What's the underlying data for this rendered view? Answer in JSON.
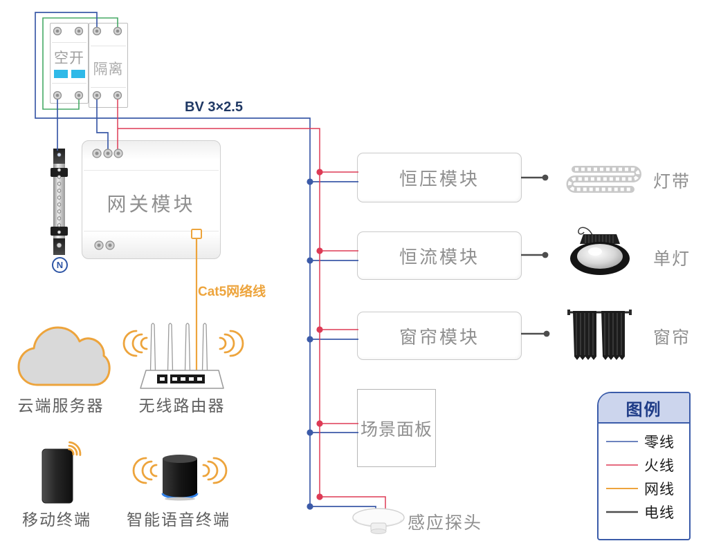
{
  "labels": {
    "breaker_air_switch": "空开",
    "breaker_isolator": "隔离",
    "power_cable": "BV 3×2.5",
    "gateway_module": "网关模块",
    "network_cable": "Cat5网络线",
    "cloud_server": "云端服务器",
    "wireless_router": "无线路由器",
    "mobile_terminal": "移动终端",
    "smart_voice_terminal": "智能语音终端",
    "sensor_probe": "感应探头",
    "neutral_bus_symbol": "N"
  },
  "modules": [
    {
      "label": "恒压模块",
      "device": "灯带"
    },
    {
      "label": "恒流模块",
      "device": "单灯"
    },
    {
      "label": "窗帘模块",
      "device": "窗帘"
    },
    {
      "label": "场景面板",
      "device": ""
    }
  ],
  "legend": {
    "title": "图例",
    "items": [
      {
        "label": "零线",
        "color": "#3b5aa8"
      },
      {
        "label": "火线",
        "color": "#dd3a55"
      },
      {
        "label": "网线",
        "color": "#eda43c"
      },
      {
        "label": "电线",
        "color": "#4d4d4d"
      }
    ]
  },
  "colors": {
    "neutral_wire": "#3b5aa8",
    "live_wire": "#dd3a55",
    "network_wire": "#eda43c",
    "electric_wire": "#4d4d4d",
    "ground_wire": "#45a965",
    "wifi_orange": "#eda43c",
    "label_navy": "#1f3864",
    "indicator_cyan": "#2fb9e8"
  }
}
